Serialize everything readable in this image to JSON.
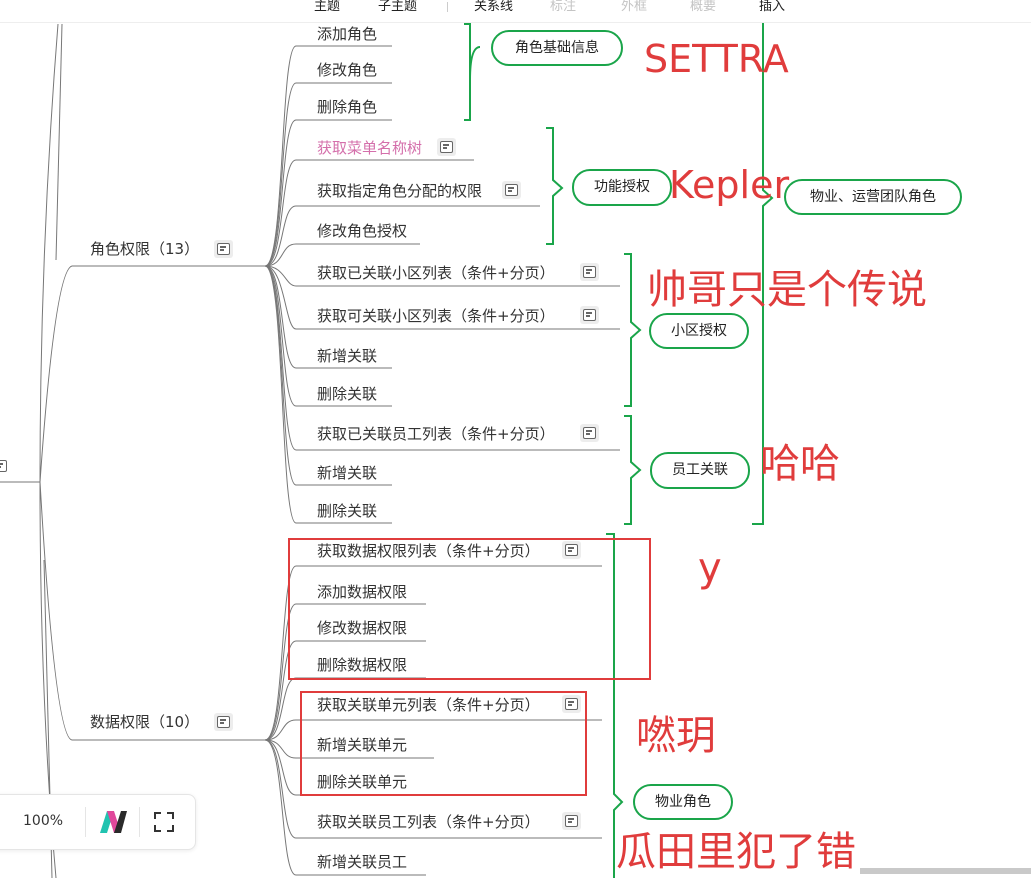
{
  "toolbar": {
    "items": [
      {
        "label": "主题",
        "enabled": true
      },
      {
        "label": "子主题",
        "enabled": true
      },
      {
        "label": "关系线",
        "enabled": true
      },
      {
        "label": "标注",
        "enabled": false
      },
      {
        "label": "外框",
        "enabled": false
      },
      {
        "label": "概要",
        "enabled": false
      },
      {
        "label": "插入",
        "enabled": true
      }
    ]
  },
  "mindmap": {
    "branch_role": {
      "label": "角色权限（13）",
      "children": [
        "添加角色",
        "修改角色",
        "删除角色",
        "获取菜单名称树",
        "获取指定角色分配的权限",
        "修改角色授权",
        "获取已关联小区列表（条件+分页）",
        "获取可关联小区列表（条件+分页）",
        "新增关联",
        "删除关联",
        "获取已关联员工列表（条件+分页）",
        "新增关联",
        "删除关联"
      ]
    },
    "branch_data": {
      "label": "数据权限（10）",
      "children": [
        "获取数据权限列表（条件+分页）",
        "添加数据权限",
        "修改数据权限",
        "删除数据权限",
        "获取关联单元列表（条件+分页）",
        "新增关联单元",
        "删除关联单元",
        "获取关联员工列表（条件+分页）",
        "新增关联员工"
      ]
    },
    "summaries": {
      "role_basic": "角色基础信息",
      "func_auth": "功能授权",
      "community_auth": "小区授权",
      "employee_link": "员工关联",
      "property_ops_role": "物业、运营团队角色",
      "property_role": "物业角色"
    }
  },
  "annotations": {
    "settra": "SETTRA",
    "kepler": "Kepler",
    "legend": "帅哥只是个传说",
    "haha": "哈哈",
    "y": "y",
    "nonsense": "嘫玥",
    "melon": "瓜田里犯了错"
  },
  "zoom": {
    "value": "100%"
  },
  "colors": {
    "summary_border": "#1aa54a",
    "annotation": "#e03c3c",
    "pink_topic": "#d46fab",
    "line": "#777777"
  }
}
